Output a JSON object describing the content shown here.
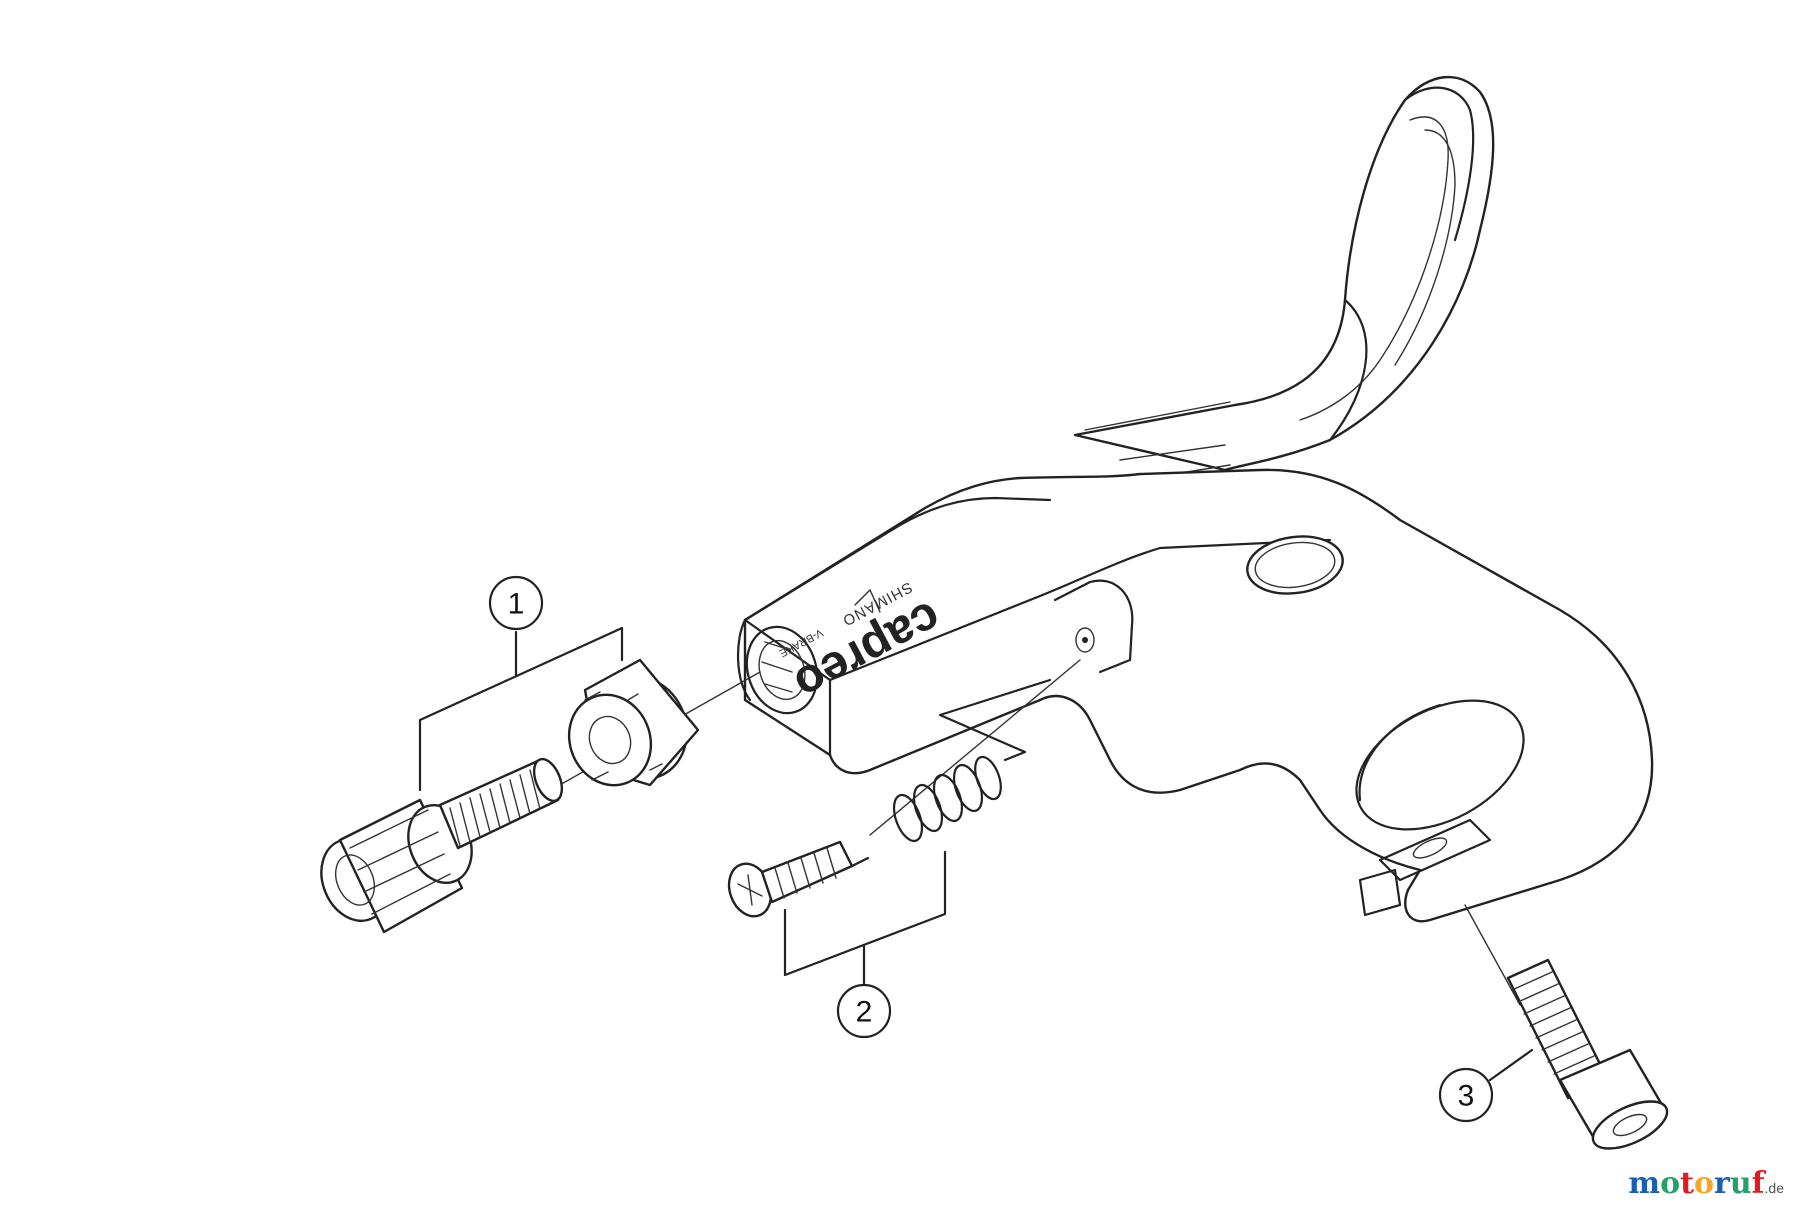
{
  "diagram": {
    "parts": [
      {
        "number": "1"
      },
      {
        "number": "2"
      },
      {
        "number": "3"
      }
    ],
    "brand": {
      "model": "capreo",
      "maker": "SHIMANO",
      "mark": "V-BRAKE"
    }
  },
  "watermark": {
    "text": "motoruf",
    "suffix": ".de",
    "letter_colors": [
      "#1a5fb4",
      "#26a269",
      "#e01b24",
      "#f5a623",
      "#1a5fb4",
      "#26a269",
      "#e01b24"
    ]
  }
}
